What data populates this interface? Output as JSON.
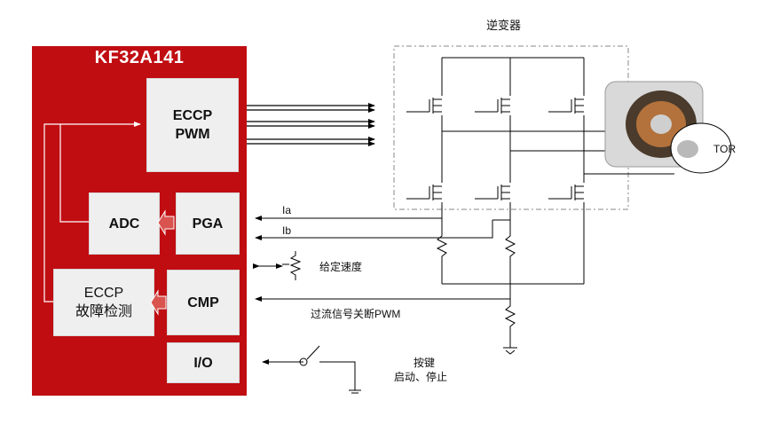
{
  "chip": {
    "title": "KF32A141"
  },
  "blocks": {
    "eccp_pwm": "ECCP\nPWM",
    "adc": "ADC",
    "pga": "PGA",
    "eccp_fault": "ECCP\n故障检测",
    "cmp": "CMP",
    "io": "I/O"
  },
  "labels": {
    "inverter": "逆变器",
    "ia": "Ia",
    "ib": "Ib",
    "speed": "给定速度",
    "overcurrent": "过流信号关断PWM",
    "button_line1": "按键",
    "button_line2": "启动、停止",
    "motor": "TOR"
  },
  "colors": {
    "chip": "#c00d12",
    "block": "#efefef",
    "arrow_fill": "#d9534f",
    "wire": "#000000",
    "inverter_border": "#8a8a8a"
  }
}
